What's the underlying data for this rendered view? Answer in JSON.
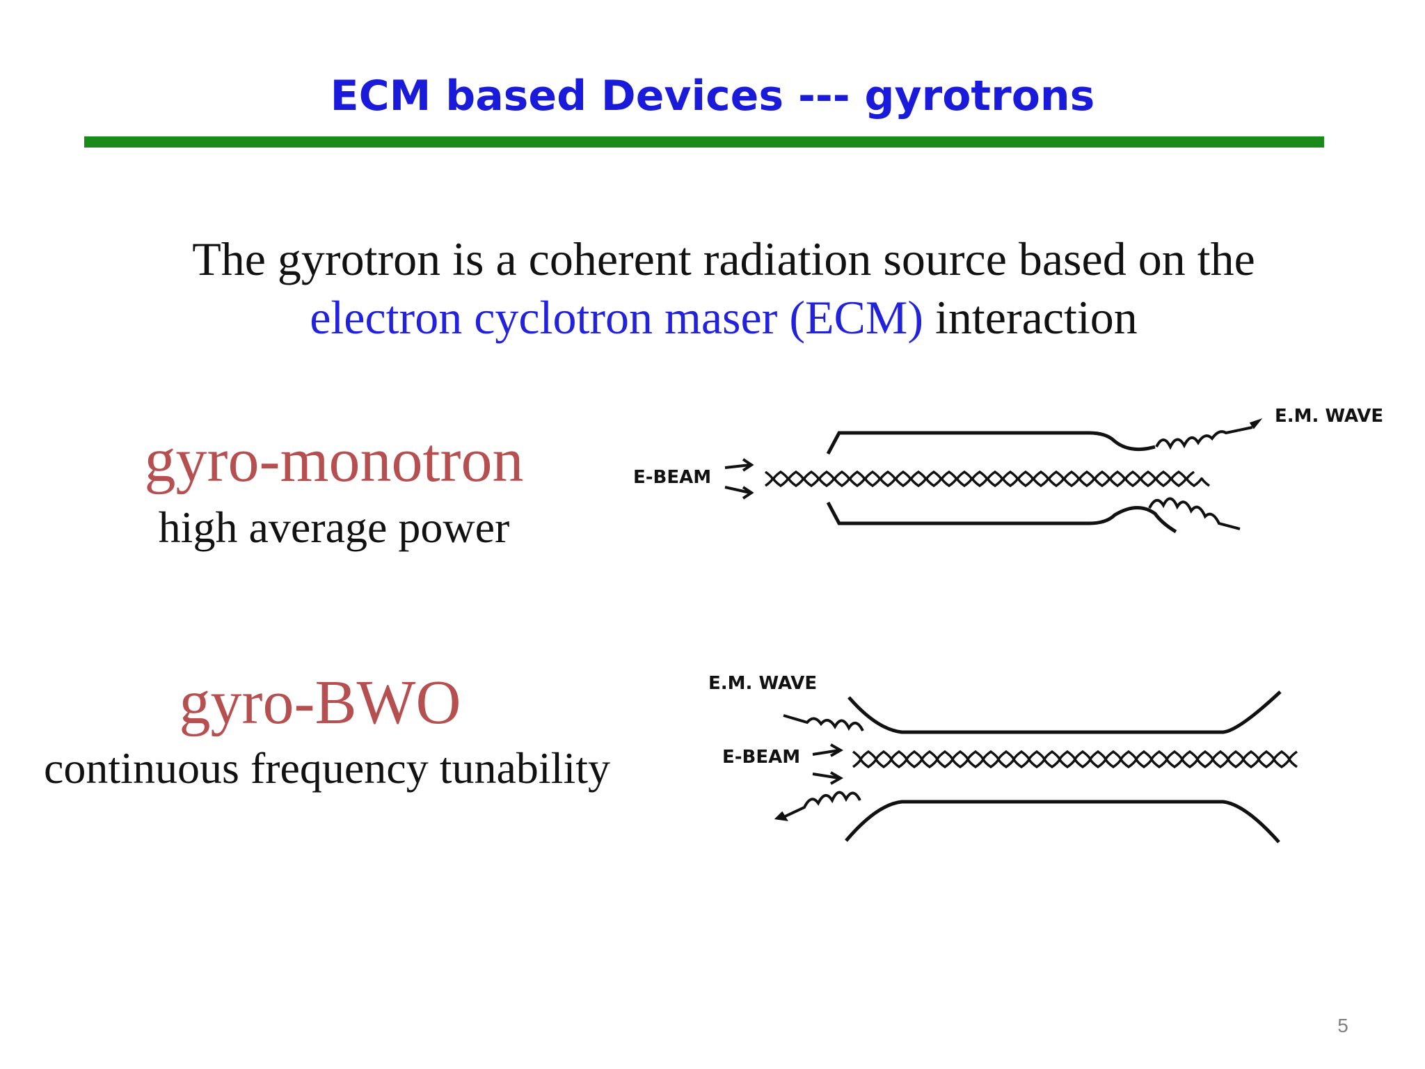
{
  "slide": {
    "title": "ECM based Devices --- gyrotrons",
    "intro": {
      "line1": "The gyrotron is a coherent radiation source based on the",
      "line2_highlight": "electron cyclotron maser (ECM)",
      "line2_rest": "interaction"
    },
    "devices": [
      {
        "name": "gyro-monotron",
        "description": "high average power",
        "diagram_labels": {
          "beam": "E-BEAM",
          "wave": "E.M. WAVE"
        }
      },
      {
        "name": "gyro-BWO",
        "description": "continuous frequency tunability",
        "diagram_labels": {
          "beam": "E-BEAM",
          "wave": "E.M. WAVE"
        }
      }
    ],
    "page_number": "5"
  },
  "colors": {
    "title": "#1a1adb",
    "rule": "#1a8a1a",
    "highlight": "#2222dd",
    "device_name": "#b65050",
    "body_text": "#111111",
    "page_number": "#808080"
  }
}
